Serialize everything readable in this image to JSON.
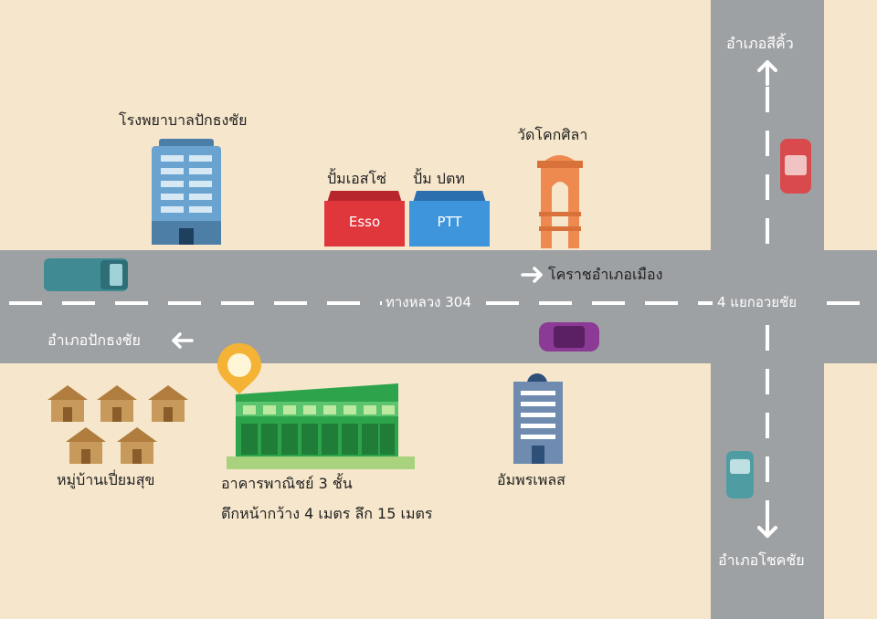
{
  "map": {
    "colors": {
      "background": "#f6e6cc",
      "road": "#9ea1a4",
      "lane_marking": "#ffffff",
      "pin": "#f5b335",
      "shophouse": "#2fa84f",
      "esso": "#d9363b",
      "ptt": "#3b8fd6",
      "temple": "#ef8a4d"
    },
    "labels": {
      "hospital": "โรงพยาบาลปักธงชัย",
      "esso_station": "ปั้มเอสโซ่",
      "ptt_station": "ปั้ม ปตท",
      "esso_sign": "Esso",
      "ptt_sign": "PTT",
      "temple": "วัดโคกศิลา",
      "highway": "ทางหลวง 304",
      "to_korat": "โคราชอำเภอเมือง",
      "to_pakthongchai": "อำเภอปักธงชัย",
      "intersection": "4 แยกอวยชัย",
      "sikhio": "อำเภอสีคิ้ว",
      "chokchai": "อำเภอโชคชัย",
      "village": "หมู่บ้านเปี่ยมสุข",
      "shophouse_title": "อาคารพาณิชย์ 3 ชั้น",
      "shophouse_size": "ตึกหน้ากว้าง 4 เมตร ลึก 15 เมตร",
      "amporn": "อัมพรเพลส"
    },
    "icons": {
      "hospital": "office-tower-icon",
      "temple": "temple-gate-icon",
      "pin": "location-pin-icon",
      "cars": "car-icon",
      "houses": "house-icon",
      "arrows": "arrow-icon"
    }
  }
}
